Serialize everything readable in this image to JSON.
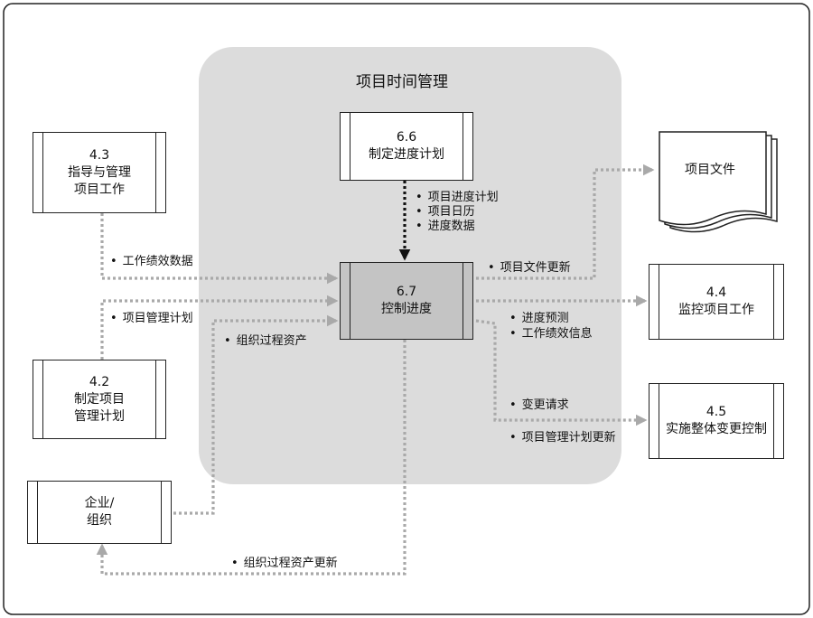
{
  "title": "项目时间管理",
  "processes": {
    "p66": {
      "number": "6.6",
      "name": "制定进度计划"
    },
    "p67": {
      "number": "6.7",
      "name": "控制进度"
    },
    "p43": {
      "number": "4.3",
      "line1": "指导与管理",
      "line2": "项目工作"
    },
    "p42": {
      "number": "4.2",
      "line1": "制定项目",
      "line2": "管理计划"
    },
    "p44": {
      "number": "4.4",
      "name": "监控项目工作"
    },
    "p45": {
      "number": "4.5",
      "name": "实施整体变更控制"
    }
  },
  "enterprise": {
    "line1": "企业/",
    "line2": "组织"
  },
  "documents": {
    "name": "项目文件"
  },
  "flows": {
    "from66": [
      "项目进度计划",
      "项目日历",
      "进度数据"
    ],
    "from43": "工作绩效数据",
    "from42": "项目管理计划",
    "fromEnterprise": "组织过程资产",
    "toDocuments": "项目文件更新",
    "to44": [
      "进度预测",
      "工作绩效信息"
    ],
    "to45": [
      "变更请求",
      "项目管理计划更新"
    ],
    "toEnterprise": "组织过程资产更新"
  },
  "colors": {
    "frame": "#222222",
    "panel": "#dcdcdc",
    "arrow": "#a9a9a9",
    "center_box": "#c4c4c4"
  }
}
